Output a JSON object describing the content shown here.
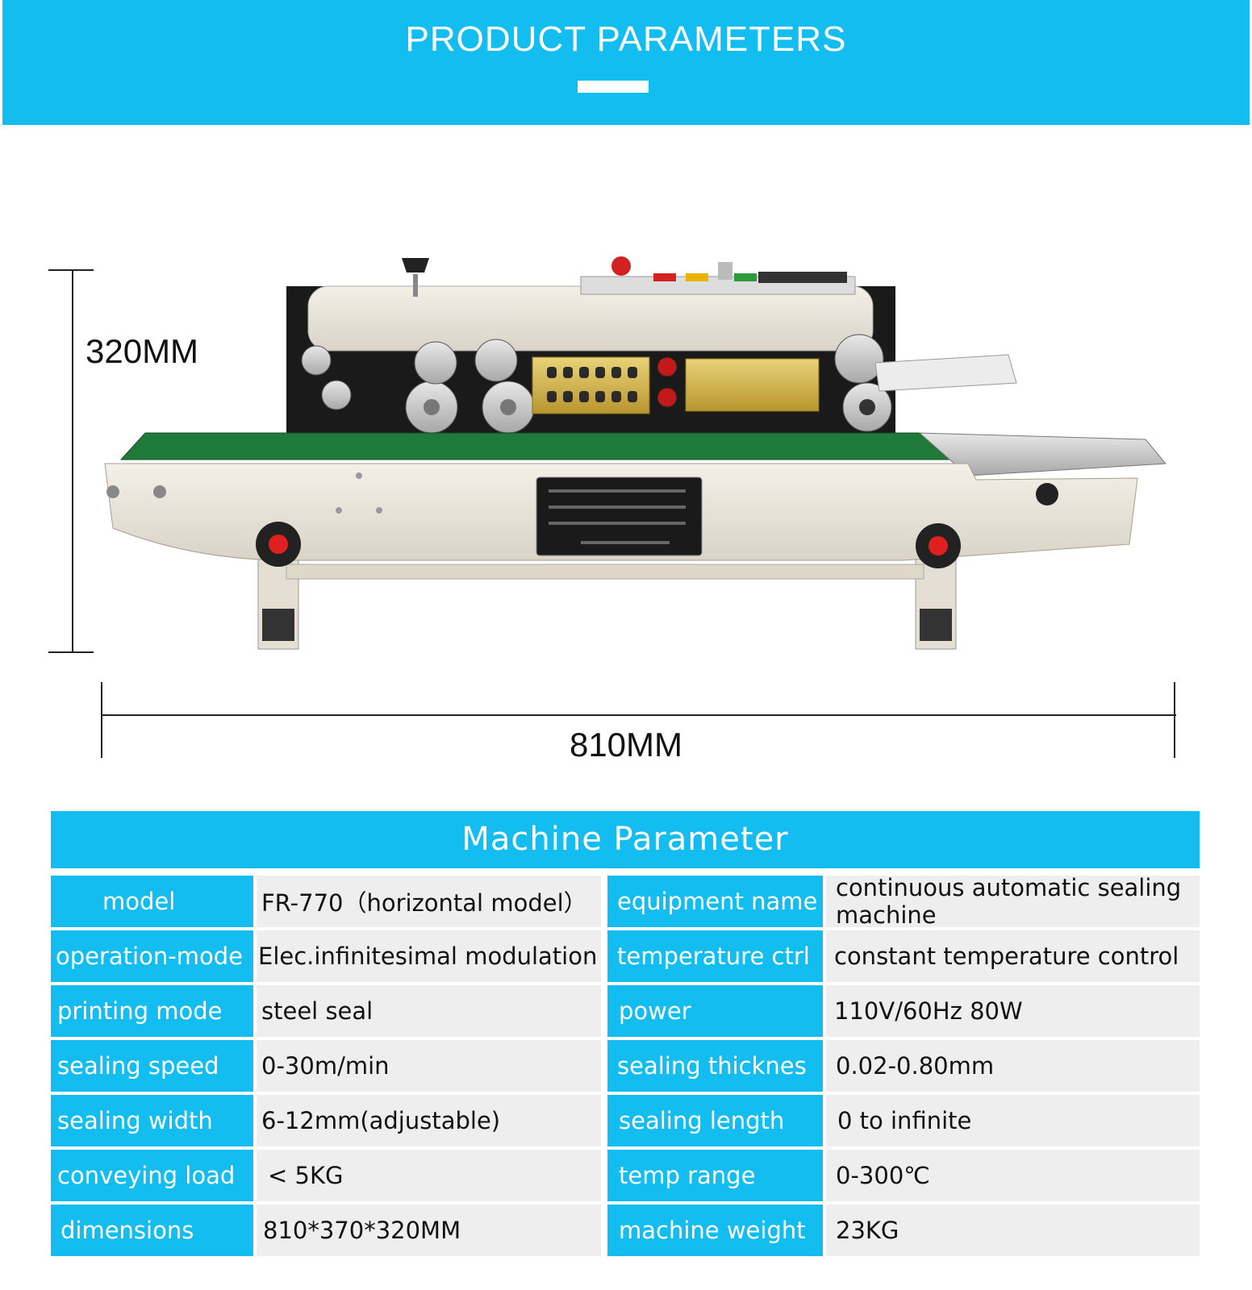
{
  "header": {
    "title": "PRODUCT PARAMETERS"
  },
  "dimensions": {
    "height_label": "320MM",
    "width_label": "810MM"
  },
  "table": {
    "title": "Machine Parameter",
    "rows": [
      {
        "label1": "model",
        "value1": "FR-770（horizontal model）",
        "label2": "equipment name",
        "value2": "continuous automatic sealing machine"
      },
      {
        "label1": "operation-mode",
        "value1": "Elec.infinitesimal modulation",
        "label2": "temperature ctrl",
        "value2": "constant temperature control"
      },
      {
        "label1": "printing mode",
        "value1": "steel seal",
        "label2": "power",
        "value2": "110V/60Hz 80W"
      },
      {
        "label1": "sealing speed",
        "value1": "0-30m/min",
        "label2": "sealing thicknes",
        "value2": "0.02-0.80mm"
      },
      {
        "label1": "sealing width",
        "value1": "6-12mm(adjustable)",
        "label2": "sealing length",
        "value2": "0 to infinite"
      },
      {
        "label1": "conveying load",
        "value1": "< 5KG",
        "label2": "temp range",
        "value2": "0-300℃"
      },
      {
        "label1": "dimensions",
        "value1": "810*370*320MM",
        "label2": "machine weight",
        "value2": "23KG"
      }
    ]
  },
  "colors": {
    "accent": "#14bdf0",
    "cell_bg": "#eeeeee"
  }
}
